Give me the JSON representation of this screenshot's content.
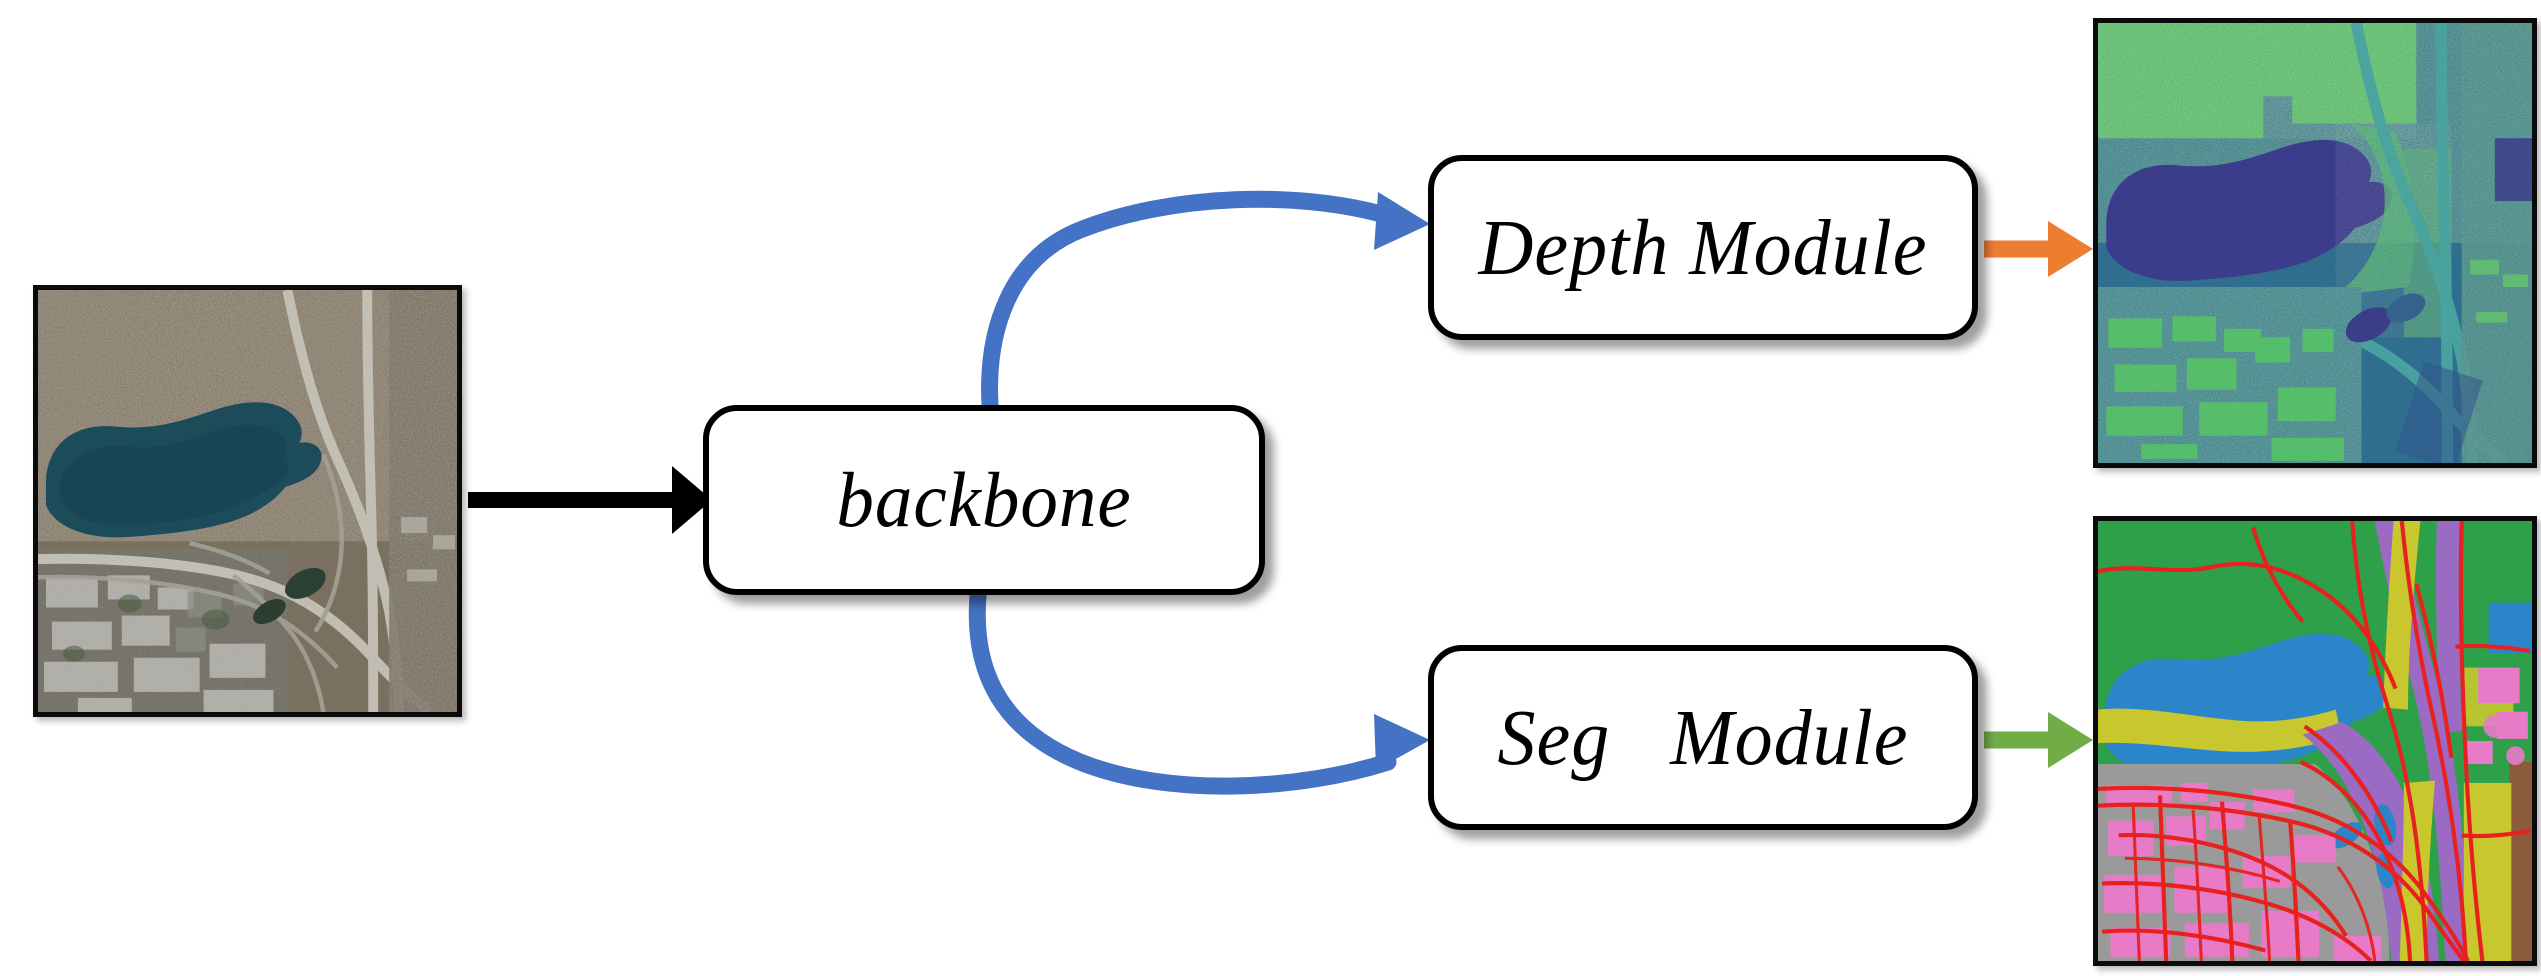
{
  "diagram": {
    "title": "Multi-task aerial image network pipeline",
    "type": "flow-diagram"
  },
  "nodes": {
    "backbone": {
      "label": "backbone"
    },
    "depth_module": {
      "label": "Depth Module"
    },
    "seg_module": {
      "label": "Seg   Module"
    }
  },
  "images": {
    "input": {
      "name": "input-aerial-image",
      "caption": "",
      "description": "RGB aerial/satellite photo: dark lake upper-left, brown bare forest, highway interchange, industrial buildings lower-left"
    },
    "depth_output": {
      "name": "depth-prediction-map",
      "caption": "",
      "description": "Viridis-colormap depth prediction: dark navy lake, teal ground, bright green tree canopy and building rooftops"
    },
    "seg_output": {
      "name": "segmentation-prediction-map",
      "caption": "",
      "description": "Categorical semantic segmentation map with green vegetation, blue water, yellow low-vegetation, purple road surface, pink buildings, grey impervious, red road centerlines"
    }
  },
  "arrows": [
    {
      "name": "input-to-backbone",
      "from": "input-image",
      "to": "backbone",
      "color": "#000000",
      "style": "straight"
    },
    {
      "name": "backbone-to-depth",
      "from": "backbone",
      "to": "depth_module",
      "color": "#4472C4",
      "style": "curved"
    },
    {
      "name": "backbone-to-seg",
      "from": "backbone",
      "to": "seg_module",
      "color": "#4472C4",
      "style": "curved"
    },
    {
      "name": "depth-to-output",
      "from": "depth_module",
      "to": "depth_output",
      "color": "#ED7D31",
      "style": "straight"
    },
    {
      "name": "seg-to-output",
      "from": "seg_module",
      "to": "seg_output",
      "color": "#70AD47",
      "style": "straight"
    }
  ],
  "colors": {
    "background": "#FFFFFF",
    "box_border": "#000000",
    "box_fill": "#FFFFFF",
    "arrow_black": "#000000",
    "arrow_blue": "#4472C4",
    "arrow_orange": "#ED7D31",
    "arrow_green": "#70AD47"
  },
  "segmentation_legend": {
    "vegetation_green": "#2EA04A",
    "water_blue": "#2A86C8",
    "low_vegetation_yellow": "#C8C72E",
    "road_purple": "#9B6BC4",
    "building_pink": "#E87BC8",
    "impervious_grey": "#9A9A9A",
    "road_line_red": "#E8211E",
    "soil_brown": "#8C5A3C"
  },
  "depth_legend": {
    "far_navy": "#3B3C8C",
    "mid_teal": "#2A7F8E",
    "near_green": "#5EC962",
    "nearest_yellow": "#D9E021"
  }
}
